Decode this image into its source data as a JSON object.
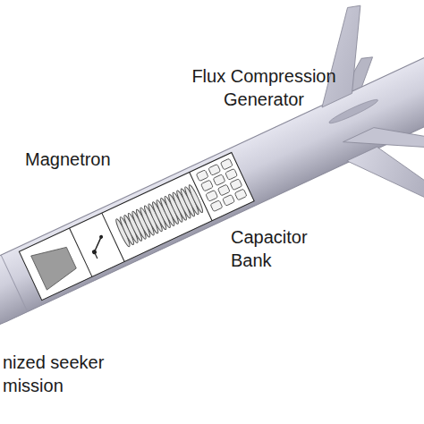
{
  "diagram": {
    "labels": [
      "Flux Compression Generator",
      "Magnetron",
      "Capacitor Bank",
      "nized seeker mission"
    ]
  }
}
